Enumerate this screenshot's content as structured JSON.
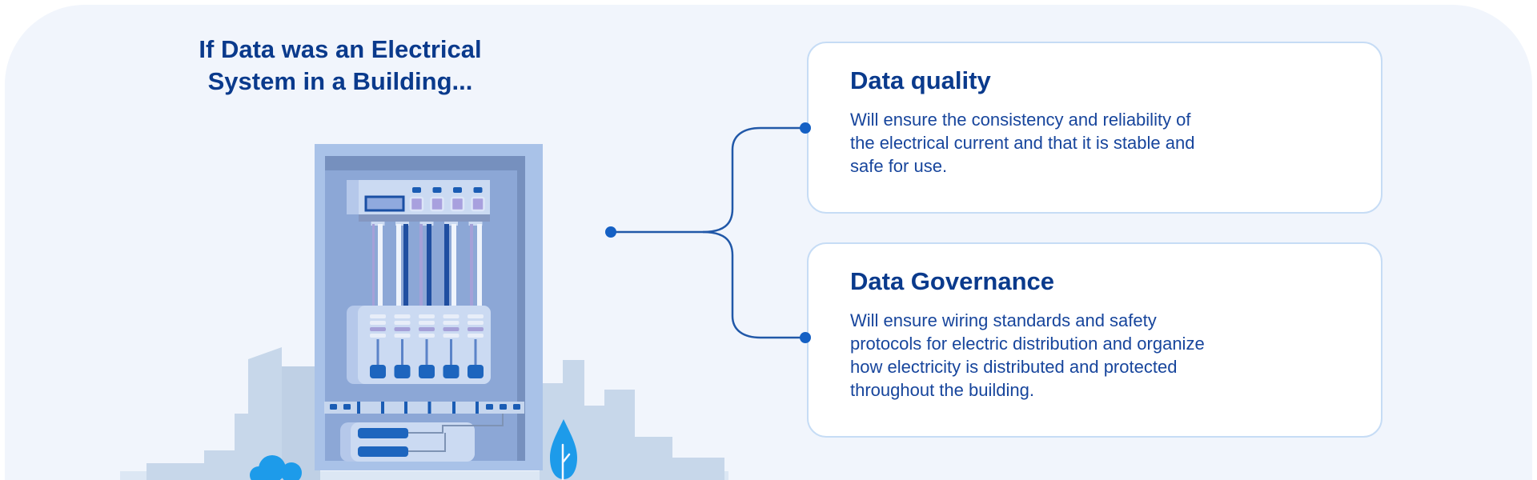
{
  "title": {
    "line1": "If Data was an Electrical",
    "line2": "System in a Building..."
  },
  "cards": [
    {
      "heading": "Data quality",
      "lines": [
        "Will ensure the consistency and reliability of",
        "the electrical current and that it is stable and",
        "safe for use."
      ]
    },
    {
      "heading": "Data Governance",
      "lines": [
        "Will ensure wiring standards and safety",
        "protocols for electric distribution and organize",
        "how electricity is distributed and protected",
        "throughout the building.",
        ""
      ]
    }
  ],
  "illustration": {
    "label": "electrical-panel-in-building-illustration",
    "elements": [
      "electrical-cabinet",
      "control-module",
      "display-screen",
      "indicator-buttons",
      "power-cables",
      "breaker-panel",
      "breaker-switches",
      "terminal-strip",
      "cable-box",
      "city-skyline",
      "bush",
      "tree",
      "connector-brace"
    ]
  },
  "colors": {
    "page_bg": "#ffffff",
    "canvas_bg": "#F1F5FC",
    "heading_navy": "#0A3A8C",
    "body_navy": "#17459C",
    "card_bg": "#FFFFFF",
    "card_border": "#C6DCF5",
    "connector_line": "#2158A8",
    "connector_dot": "#1560C4",
    "cabinet_frame": "#A9C2E8",
    "cabinet_inner": "#8CA7D6",
    "cabinet_shade": "#7690BE",
    "panel_light": "#CBDAF2",
    "panel_edge": "#B5C8EA",
    "module_shadow": "#8497C0",
    "display_fill": "#8FA9DE",
    "display_border": "#1A4FA4",
    "button_fill": "#A8A0DE",
    "button_border": "#DCE5F8",
    "accent_blue": "#1A5CB4",
    "handle_blue": "#1D65BE",
    "cable_white": "#EFF4FC",
    "cable_navy": "#1F4EA0",
    "cable_lavender": "#A5A0D8",
    "bar_light": "#E8EEF9",
    "stem_blue": "#5B83C8",
    "strip_fill": "#C6D6EE",
    "wire_gray": "#7E93B4",
    "skyline": "#C7D7EA",
    "skyline_dark": "#BFD0E5",
    "ground": "#DCE7F4",
    "azure": "#1D9BEA",
    "trunk_white": "#F4F8FE"
  }
}
